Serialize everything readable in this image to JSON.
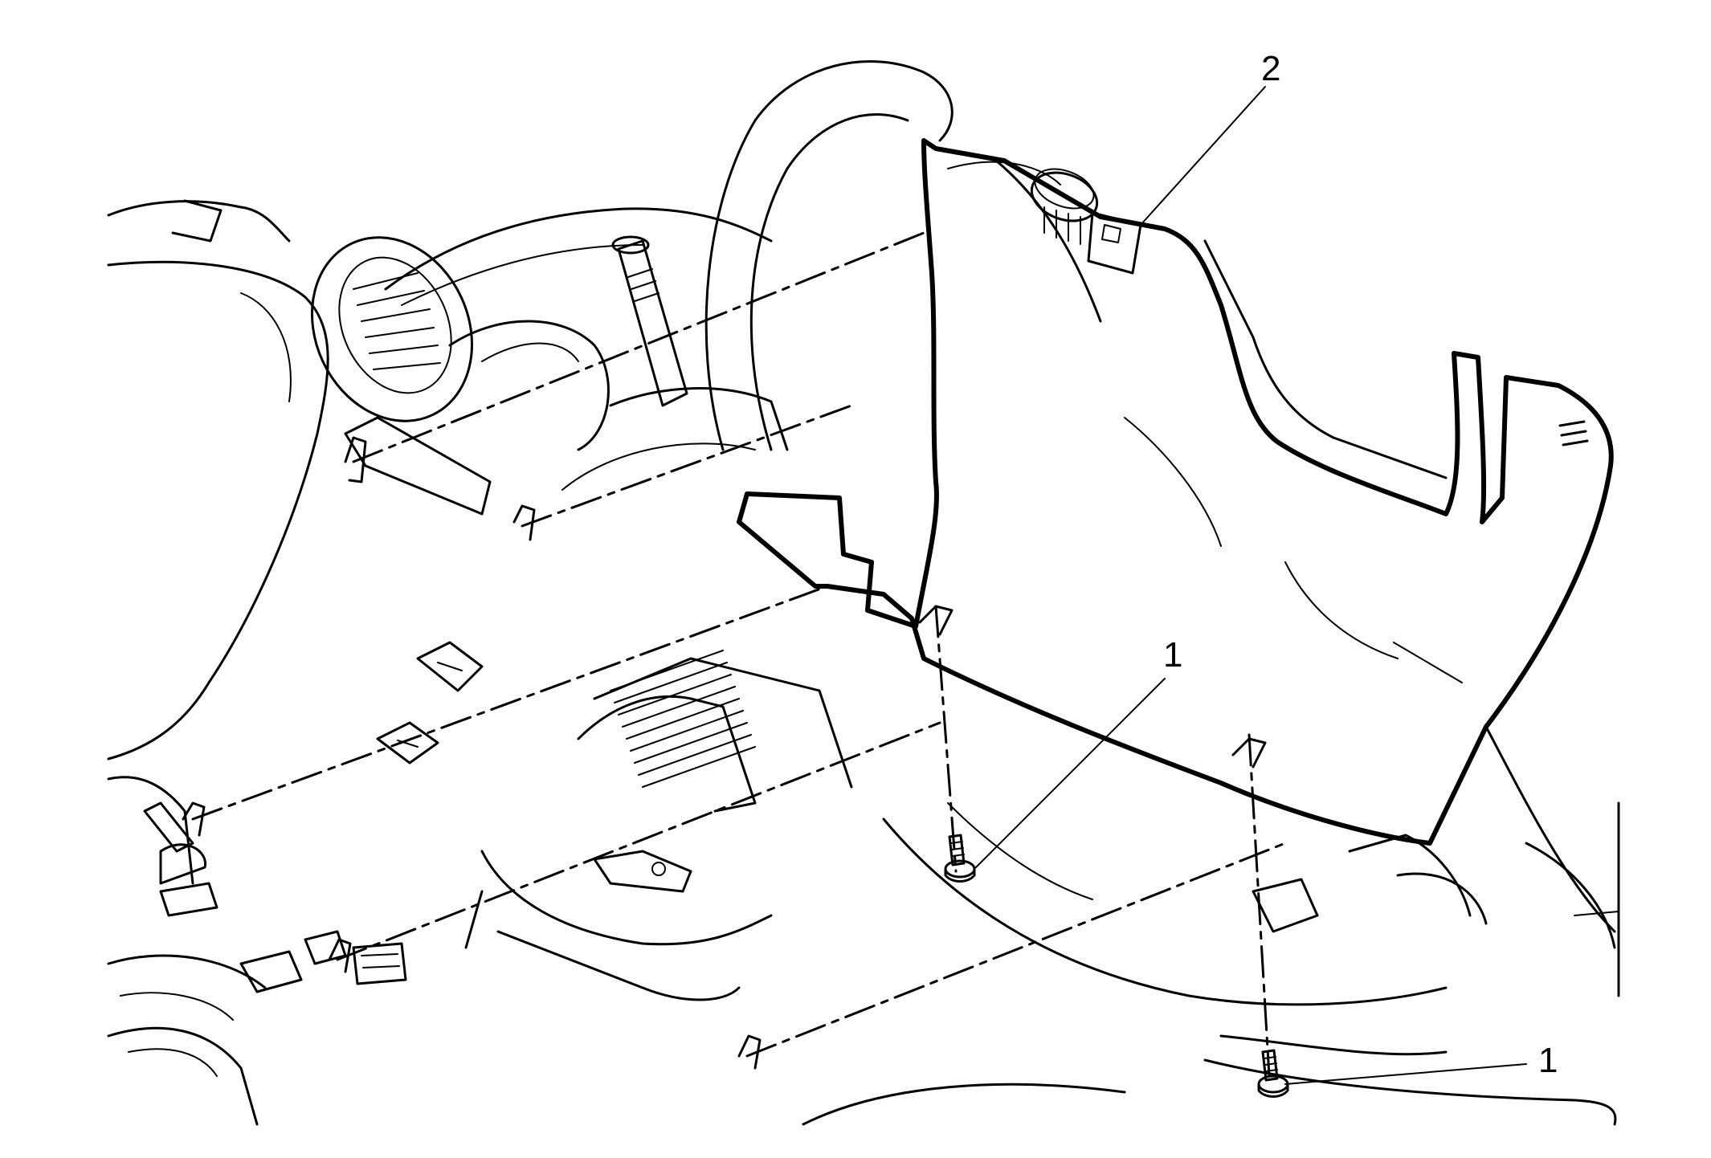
{
  "callouts": {
    "fastener_upper": "1",
    "fastener_lower": "1",
    "trim_panel": "2"
  },
  "colors": {
    "line": "#000000",
    "background": "#ffffff"
  }
}
